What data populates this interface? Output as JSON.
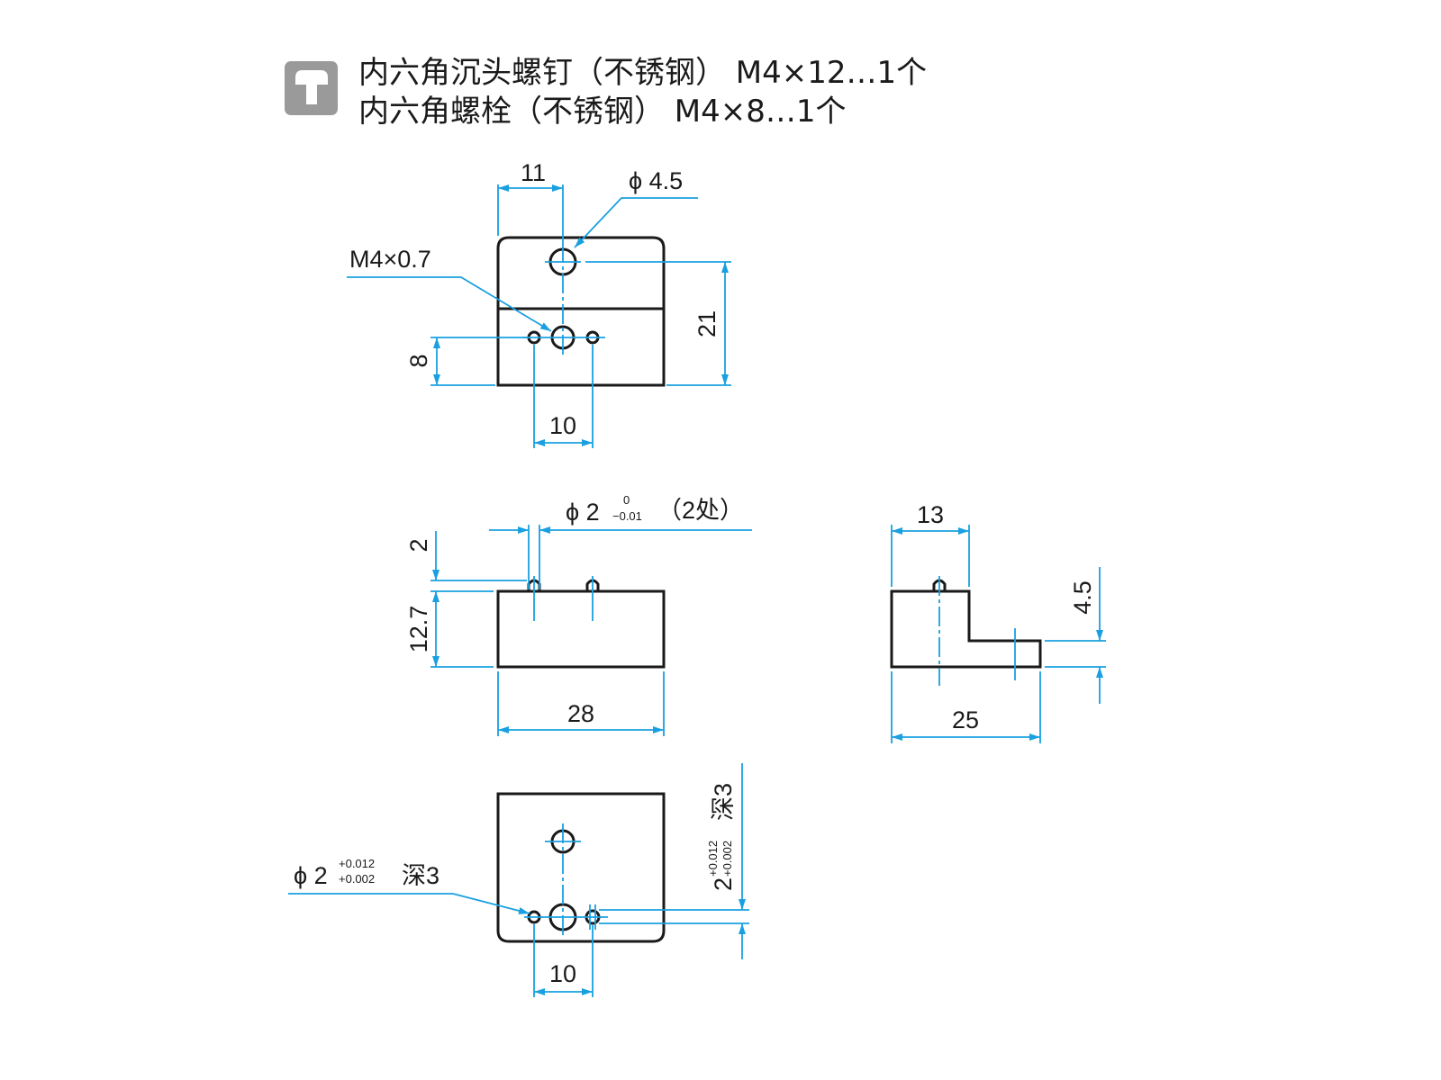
{
  "header": {
    "icon": "hex-socket-screw-icon",
    "line1": "内六角沉头螺钉（不锈钢） M4×12…1个",
    "line2": "内六角螺栓（不锈钢） M4×8…1个"
  },
  "top_view": {
    "dim_11": "11",
    "dim_hole": "ϕ 4.5",
    "dim_thread": "M4×0.7",
    "dim_21": "21",
    "dim_8": "8",
    "dim_10": "10"
  },
  "front_view": {
    "dim_pin_prefix": "ϕ 2",
    "dim_pin_upper": "0",
    "dim_pin_lower": "−0.01",
    "dim_pin_count": "（2处）",
    "dim_2": "2",
    "dim_12_7": "12.7",
    "dim_28": "28"
  },
  "side_view": {
    "dim_13": "13",
    "dim_4_5": "4.5",
    "dim_25": "25"
  },
  "bottom_view": {
    "dim_hole_prefix": "ϕ 2",
    "dim_hole_upper": "+0.012",
    "dim_hole_lower": "+0.002",
    "dim_hole_depth": "深3",
    "dim_side_prefix": "2",
    "dim_side_upper": "+0.012",
    "dim_side_lower": "+0.002",
    "dim_side_depth": "深3",
    "dim_10": "10"
  },
  "colors": {
    "dimension": "#1aa0e0",
    "outline": "#1a1a1a",
    "icon": "#9a9a9a"
  }
}
